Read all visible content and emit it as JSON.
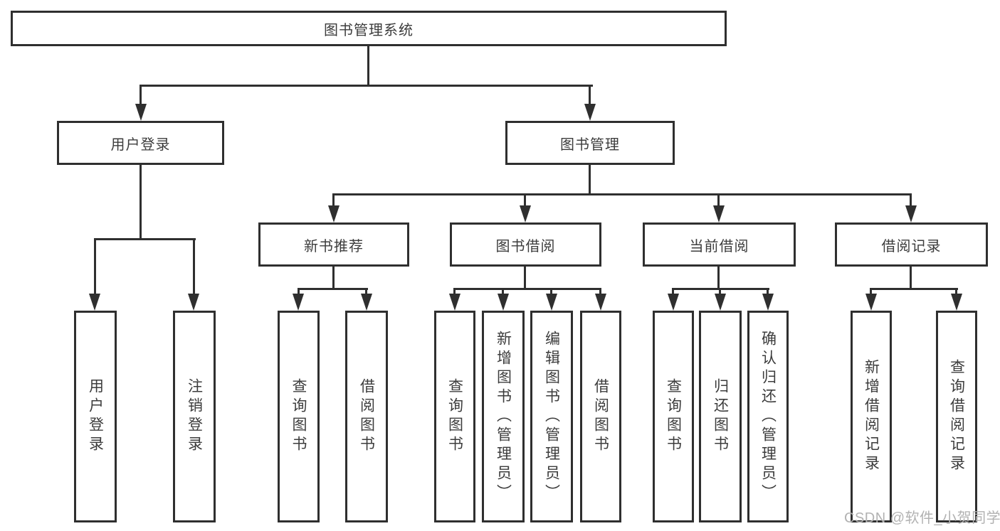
{
  "tree": {
    "label": "图书管理系统",
    "children": [
      {
        "label": "用户登录",
        "children": [
          {
            "label": "用户登录"
          },
          {
            "label": "注销登录"
          }
        ]
      },
      {
        "label": "图书管理",
        "children": [
          {
            "label": "新书推荐",
            "children": [
              {
                "label": "查询图书"
              },
              {
                "label": "借阅图书"
              }
            ]
          },
          {
            "label": "图书借阅",
            "children": [
              {
                "label": "查询图书"
              },
              {
                "label": "新增图书（管理员）"
              },
              {
                "label": "编辑图书（管理员）"
              },
              {
                "label": "借阅图书"
              }
            ]
          },
          {
            "label": "当前借阅",
            "children": [
              {
                "label": "查询图书"
              },
              {
                "label": "归还图书"
              },
              {
                "label": "确认归还（管理员）"
              }
            ]
          },
          {
            "label": "借阅记录",
            "children": [
              {
                "label": "新增借阅记录"
              },
              {
                "label": "查询借阅记录"
              }
            ]
          }
        ]
      }
    ]
  },
  "watermark": "CSDN @软件_小贺同学",
  "colors": {
    "line": "#2f2f2f",
    "text": "#3c3c3c",
    "watermark": "#b2b2b2",
    "background": "#ffffff"
  }
}
